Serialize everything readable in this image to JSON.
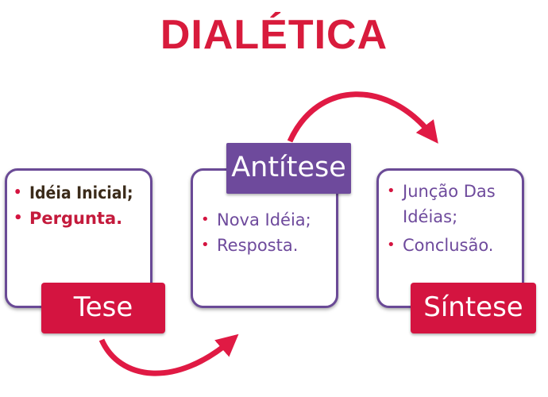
{
  "title": "DIALÉTICA",
  "colors": {
    "accent_red": "#d41440",
    "accent_purple": "#6e4a9c",
    "title_red": "#d81b3c",
    "bullet_red": "#d41440",
    "text_dark": "#3b2b1a"
  },
  "boxes": [
    {
      "label": "Tese",
      "items": [
        "Idéia Inicial;",
        "Pergunta."
      ]
    },
    {
      "label": "Antítese",
      "items": [
        "Nova Idéia;",
        "Resposta."
      ]
    },
    {
      "label": "Síntese",
      "items": [
        "Junção Das Idéias;",
        "Conclusão."
      ]
    }
  ],
  "bullet_symbol": "•"
}
